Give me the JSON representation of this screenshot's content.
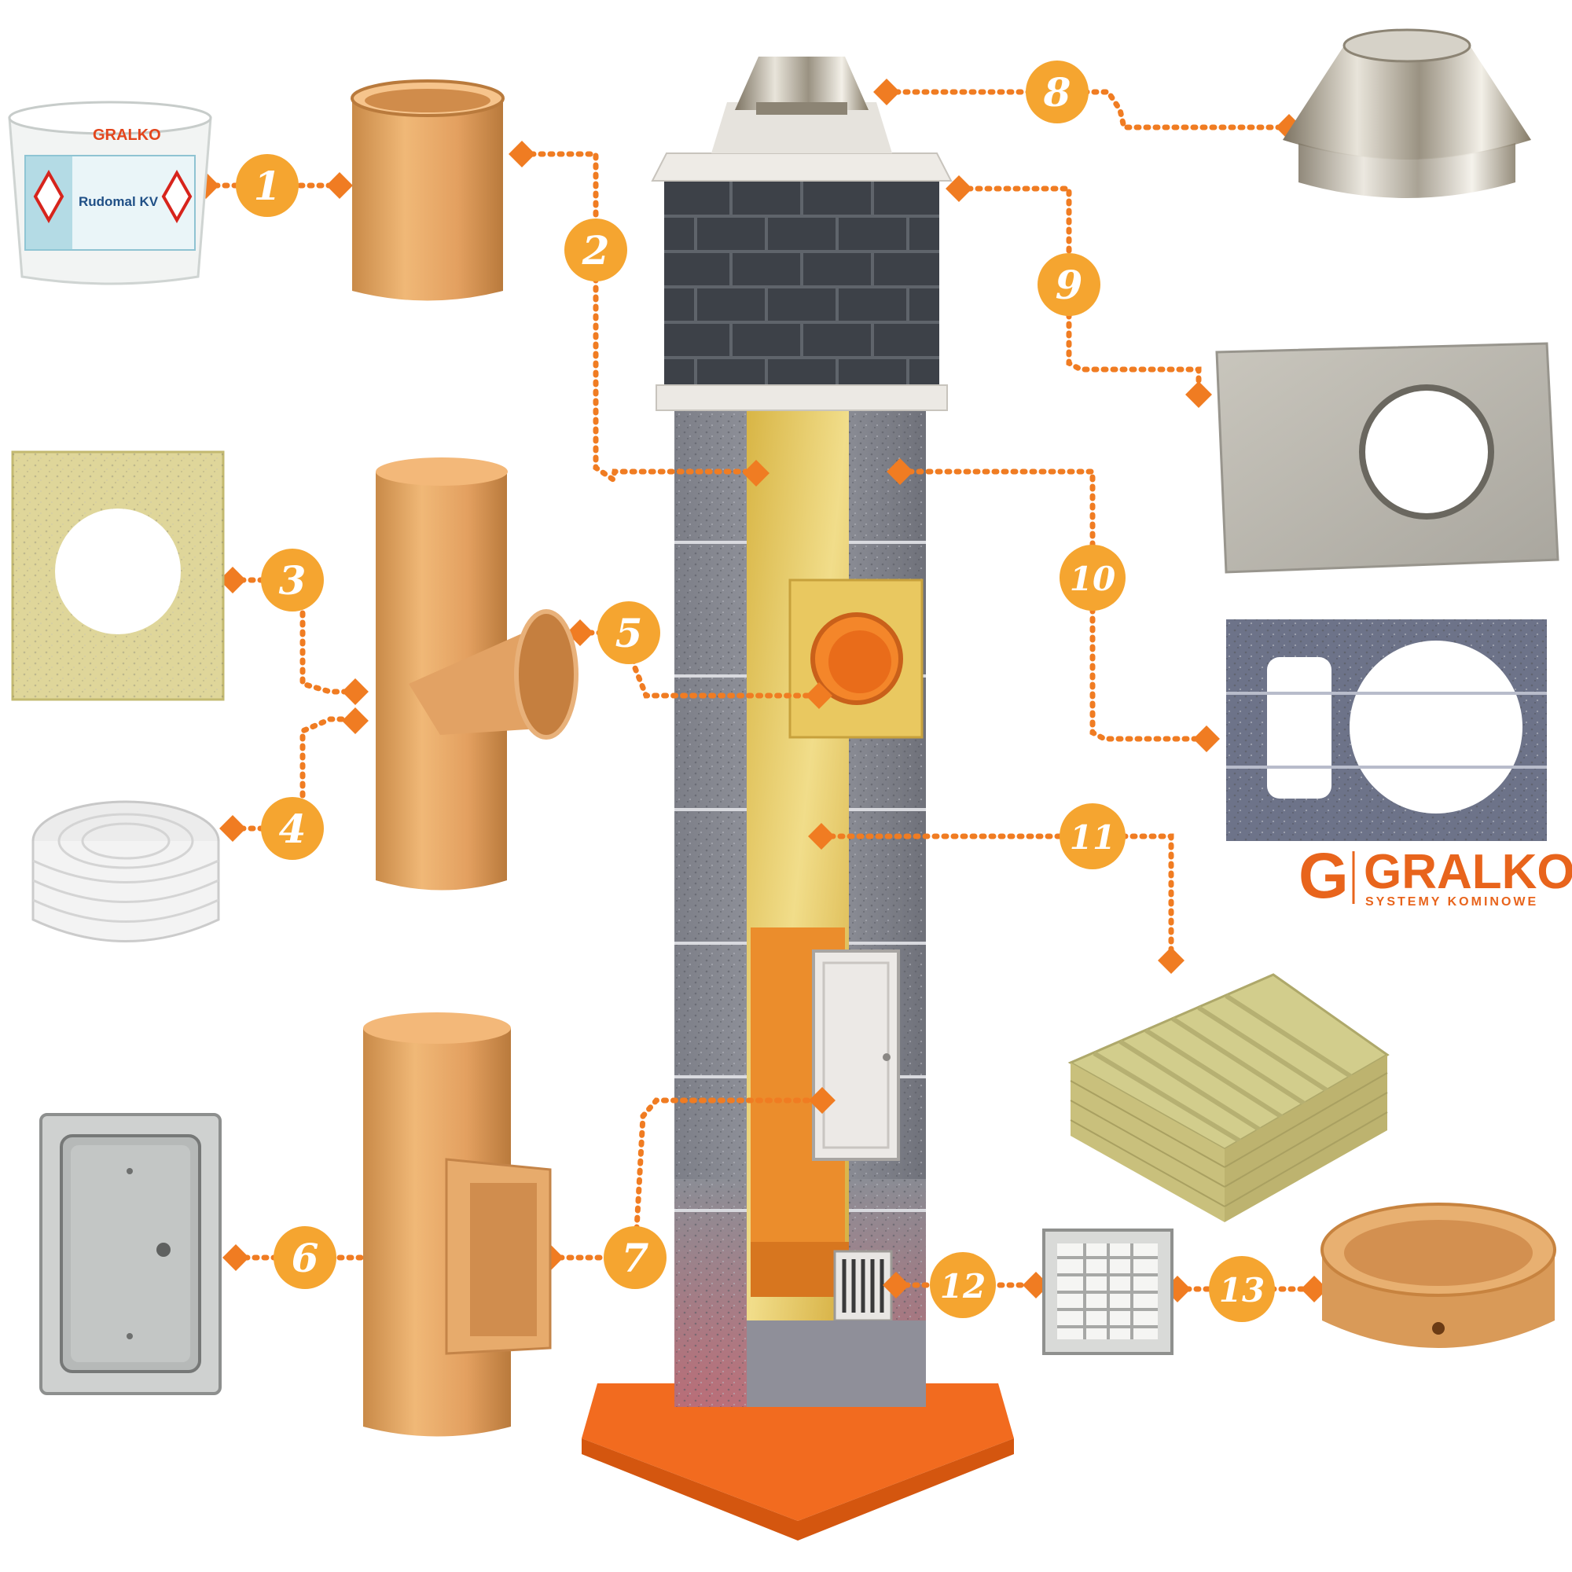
{
  "brand": {
    "name": "GRALKO",
    "tagline": "SYSTEMY KOMINOWE",
    "logo_letter": "G",
    "color": "#e8641c"
  },
  "bucket": {
    "brand": "GRALKO",
    "product": "Rudomal KV"
  },
  "callouts": [
    {
      "id": 1,
      "label": "1"
    },
    {
      "id": 2,
      "label": "2"
    },
    {
      "id": 3,
      "label": "3"
    },
    {
      "id": 4,
      "label": "4"
    },
    {
      "id": 5,
      "label": "5"
    },
    {
      "id": 6,
      "label": "6"
    },
    {
      "id": 7,
      "label": "7"
    },
    {
      "id": 8,
      "label": "8"
    },
    {
      "id": 9,
      "label": "9"
    },
    {
      "id": 10,
      "label": "10"
    },
    {
      "id": 11,
      "label": "11"
    },
    {
      "id": 12,
      "label": "12"
    },
    {
      "id": 13,
      "label": "13"
    }
  ],
  "colors": {
    "callout": "#f5a530",
    "line": "#f07c22",
    "ceramic": "#e0a160",
    "insulation": "#e9d57a",
    "brick": "#3d4148",
    "block": "#8d8f97",
    "base": "#f26b1f"
  }
}
